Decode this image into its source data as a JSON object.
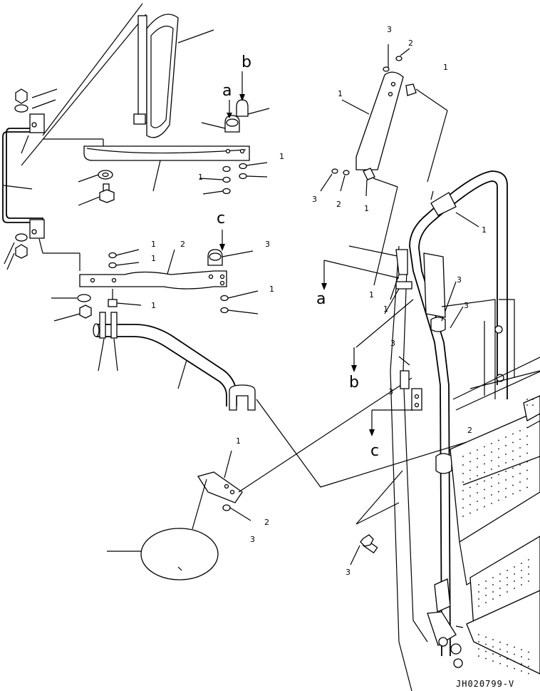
{
  "drawing": {
    "drawing_code": "JH020799-V",
    "ref_letters": {
      "a": "a",
      "b": "b",
      "c": "c"
    },
    "callouts": {
      "n1": "1",
      "n2": "2",
      "n3": "3"
    }
  }
}
